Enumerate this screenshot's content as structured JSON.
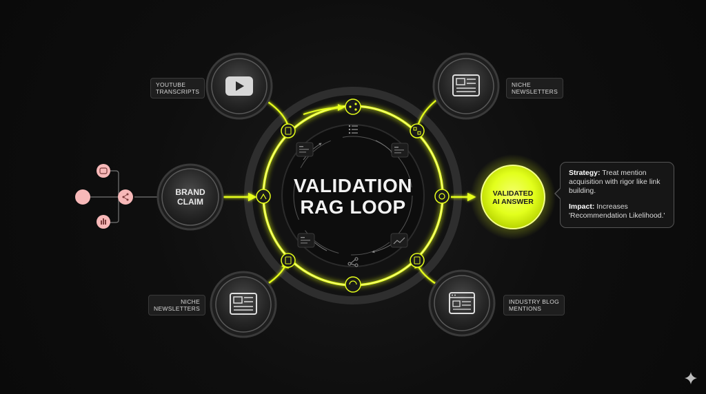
{
  "title": {
    "line1": "VALIDATION",
    "line2": "RAG LOOP"
  },
  "brand_claim": {
    "line1": "BRAND",
    "line2": "CLAIM"
  },
  "validated_answer": {
    "line1": "VALIDATED",
    "line2": "AI ANSWER"
  },
  "sources": [
    {
      "id": "youtube",
      "line1": "YOUTUBE",
      "line2": "TRANSCRIPTS",
      "icon": "play-icon"
    },
    {
      "id": "niche-top",
      "line1": "NICHE",
      "line2": "NEWSLETTERS",
      "icon": "newspaper-icon"
    },
    {
      "id": "niche-bottom",
      "line1": "NICHE",
      "line2": "NEWSLETTERS",
      "icon": "newspaper-icon"
    },
    {
      "id": "industry-blog",
      "line1": "INDUSTRY BLOG",
      "line2": "MENTIONS",
      "icon": "browser-window-icon"
    }
  ],
  "callout": {
    "strategy_label": "Strategy:",
    "strategy_text": "Treat mention acquisition with rigor like link building.",
    "impact_label": "Impact:",
    "impact_text": "Increases 'Recommendation Likelihood.'"
  },
  "colors": {
    "accent": "#e6ff1a",
    "accent_glow": "#d4f500",
    "node_fill": "#2a2a2a",
    "pink": "#f7b8b8"
  }
}
